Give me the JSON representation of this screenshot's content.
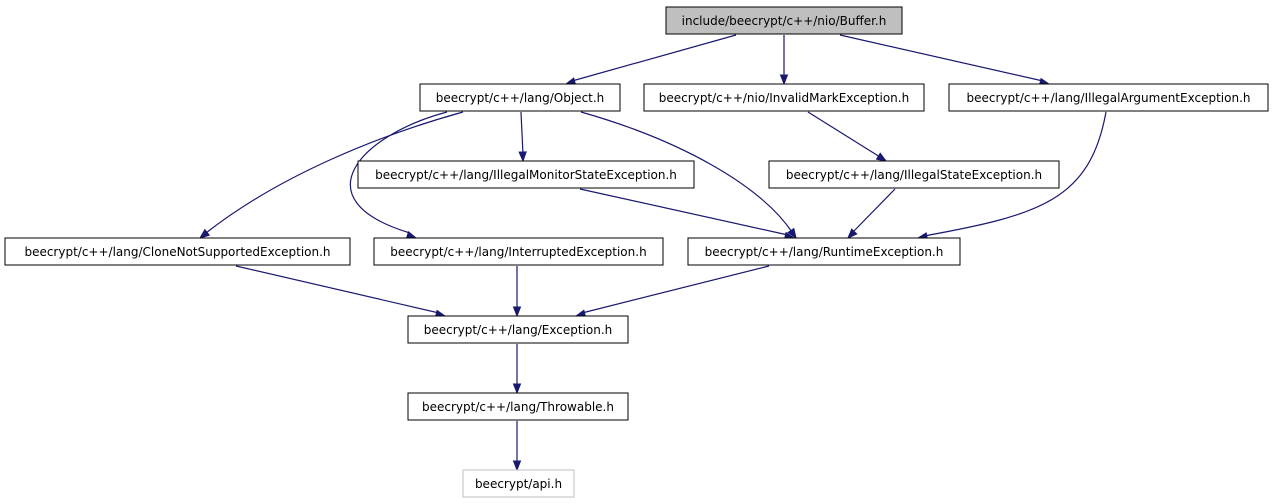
{
  "graph": {
    "nodes": {
      "buffer": {
        "label": "include/beecrypt/c++/nio/Buffer.h",
        "fill": "#bfbfbf",
        "stroke": "#000000"
      },
      "object": {
        "label": "beecrypt/c++/lang/Object.h",
        "fill": "#ffffff",
        "stroke": "#000000"
      },
      "invalidmark": {
        "label": "beecrypt/c++/nio/InvalidMarkException.h",
        "fill": "#ffffff",
        "stroke": "#000000"
      },
      "illegalarg": {
        "label": "beecrypt/c++/lang/IllegalArgumentException.h",
        "fill": "#ffffff",
        "stroke": "#000000"
      },
      "monitorstate": {
        "label": "beecrypt/c++/lang/IllegalMonitorStateException.h",
        "fill": "#ffffff",
        "stroke": "#000000"
      },
      "illegalstate": {
        "label": "beecrypt/c++/lang/IllegalStateException.h",
        "fill": "#ffffff",
        "stroke": "#000000"
      },
      "clonenot": {
        "label": "beecrypt/c++/lang/CloneNotSupportedException.h",
        "fill": "#ffffff",
        "stroke": "#000000"
      },
      "interrupted": {
        "label": "beecrypt/c++/lang/InterruptedException.h",
        "fill": "#ffffff",
        "stroke": "#000000"
      },
      "runtime": {
        "label": "beecrypt/c++/lang/RuntimeException.h",
        "fill": "#ffffff",
        "stroke": "#000000"
      },
      "exception": {
        "label": "beecrypt/c++/lang/Exception.h",
        "fill": "#ffffff",
        "stroke": "#000000"
      },
      "throwable": {
        "label": "beecrypt/c++/lang/Throwable.h",
        "fill": "#ffffff",
        "stroke": "#000000"
      },
      "api": {
        "label": "beecrypt/api.h",
        "fill": "#ffffff",
        "stroke": "#bfbfbf"
      }
    },
    "edges": [
      {
        "from": "buffer",
        "to": "object"
      },
      {
        "from": "buffer",
        "to": "invalidmark"
      },
      {
        "from": "buffer",
        "to": "illegalarg"
      },
      {
        "from": "object",
        "to": "monitorstate"
      },
      {
        "from": "object",
        "to": "clonenot"
      },
      {
        "from": "object",
        "to": "interrupted"
      },
      {
        "from": "object",
        "to": "runtime"
      },
      {
        "from": "invalidmark",
        "to": "illegalstate"
      },
      {
        "from": "illegalarg",
        "to": "runtime"
      },
      {
        "from": "monitorstate",
        "to": "runtime"
      },
      {
        "from": "illegalstate",
        "to": "runtime"
      },
      {
        "from": "clonenot",
        "to": "exception"
      },
      {
        "from": "interrupted",
        "to": "exception"
      },
      {
        "from": "runtime",
        "to": "exception"
      },
      {
        "from": "exception",
        "to": "throwable"
      },
      {
        "from": "throwable",
        "to": "api"
      }
    ],
    "edge_color": "#191970"
  }
}
